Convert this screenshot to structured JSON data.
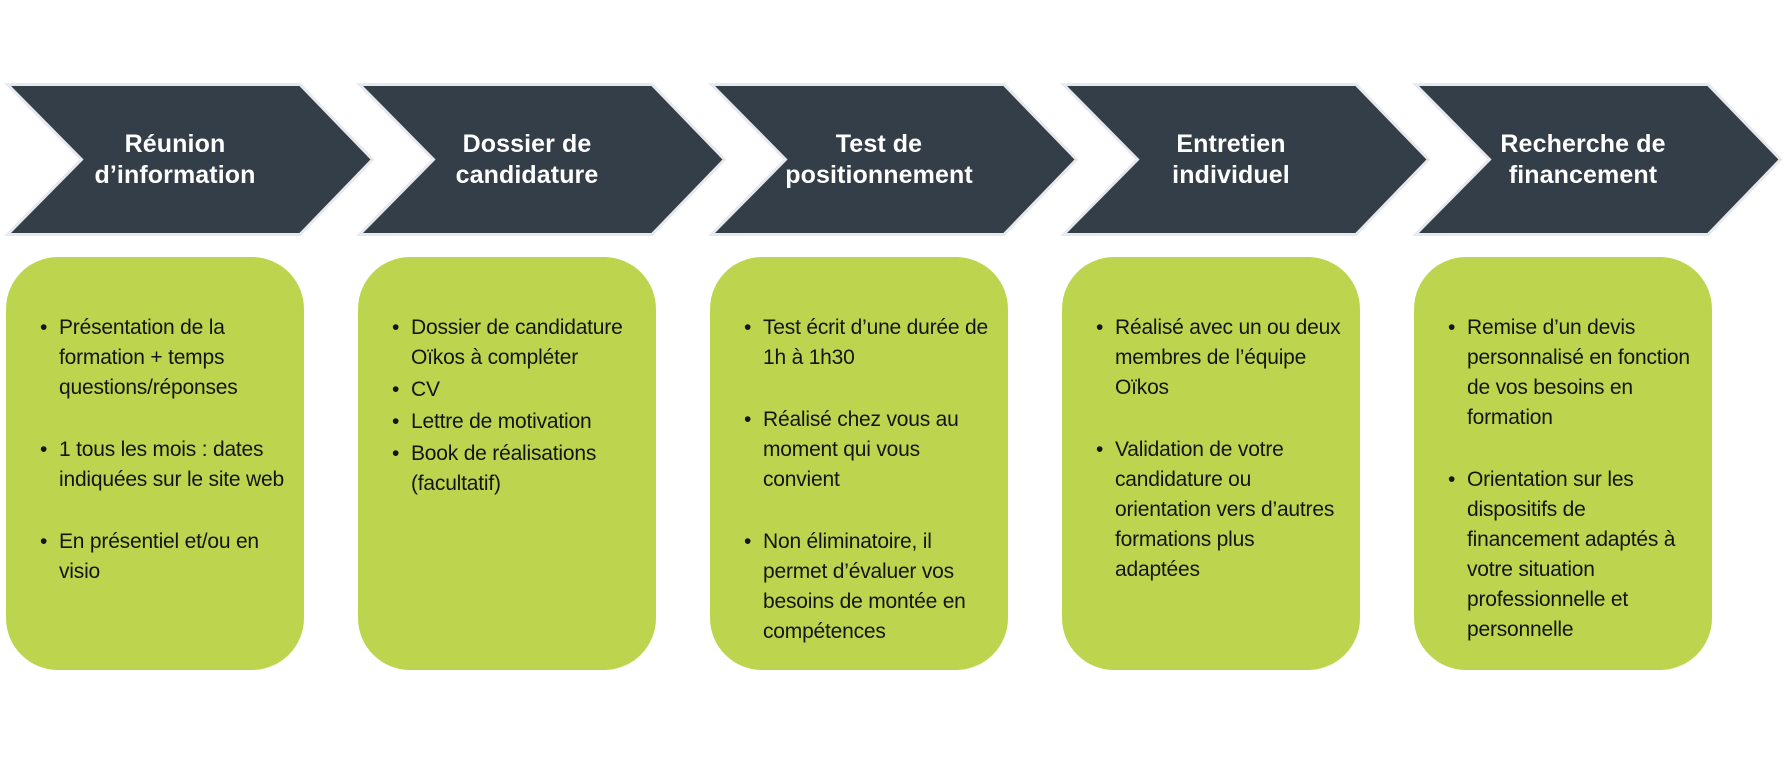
{
  "diagram": {
    "type": "process-flow",
    "steps": [
      {
        "label": "Réunion\nd’information",
        "compact": false,
        "bullets": [
          "Présentation de la formation + temps questions/réponses",
          "1 tous les mois : dates indiquées sur le site web",
          "En présentiel et/ou en visio"
        ]
      },
      {
        "label": "Dossier de\ncandidature",
        "compact": true,
        "bullets": [
          "Dossier de candidature Oïkos à compléter",
          "CV",
          "Lettre de motivation",
          "Book de réalisations (facultatif)"
        ]
      },
      {
        "label": "Test de\npositionnement",
        "compact": false,
        "bullets": [
          "Test écrit d’une durée de 1h à 1h30",
          "Réalisé chez vous au moment qui vous convient",
          "Non éliminatoire, il permet d’évaluer vos besoins de montée en compétences"
        ]
      },
      {
        "label": "Entretien\nindividuel",
        "compact": false,
        "bullets": [
          "Réalisé avec un ou deux membres de l’équipe Oïkos",
          "Validation de votre candidature ou orientation vers d’autres formations plus adaptées"
        ]
      },
      {
        "label": "Recherche de\nfinancement",
        "compact": false,
        "bullets": [
          "Remise d’un devis personnalisé en fonction de vos besoins en formation",
          "Orientation sur les dispositifs de financement adaptés à votre situation professionnelle et personnelle"
        ]
      }
    ],
    "colors": {
      "chevron_fill": "#333e48",
      "chevron_outline": "#e7e9eb",
      "chevron_text": "#ffffff",
      "card_fill": "#bdd44e",
      "body_text": "#141414",
      "background": "#ffffff"
    }
  }
}
